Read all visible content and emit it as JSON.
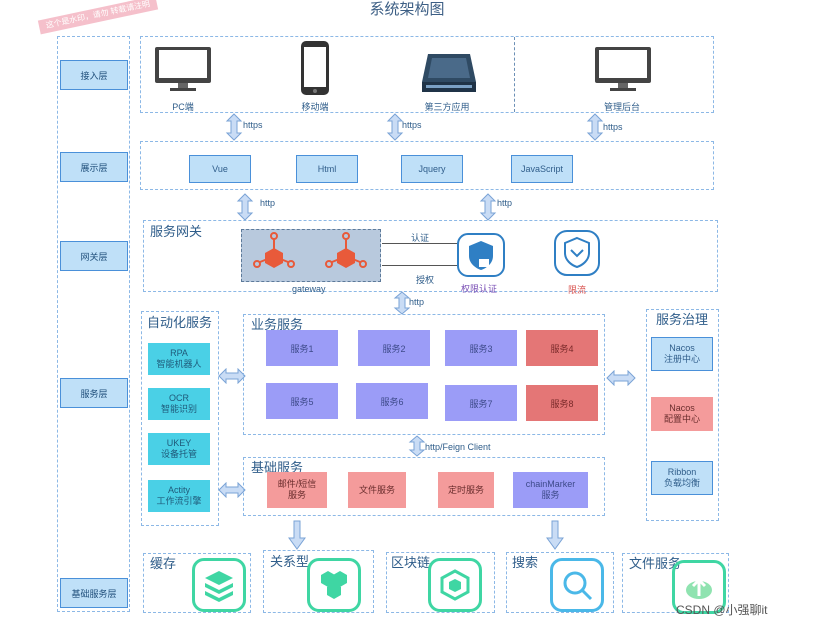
{
  "title": "系统架构图",
  "stamp": "这个是水印，请勿 转载请注明",
  "layers": [
    "接入层",
    "展示层",
    "网关层",
    "服务层",
    "基础服务层"
  ],
  "devices": [
    {
      "label": "PC端",
      "icon": "monitor-icon"
    },
    {
      "label": "移动端",
      "icon": "phone-icon"
    },
    {
      "label": "第三方应用",
      "icon": "scanner-icon"
    },
    {
      "label": "管理后台",
      "icon": "monitor-icon"
    }
  ],
  "protocols": {
    "https": "https",
    "http": "http",
    "feign": "http/Feign Client"
  },
  "frontends": [
    "Vue",
    "Html",
    "Jquery",
    "JavaScript"
  ],
  "gateway": {
    "section": "服务网关",
    "gateway_label": "gateway",
    "auth": "认证",
    "grant": "授权",
    "permission": "权限认证",
    "limit": "限流"
  },
  "automation": {
    "title": "自动化服务",
    "items": [
      {
        "name": "RPA",
        "desc": "智能机器人"
      },
      {
        "name": "OCR",
        "desc": "智能识别"
      },
      {
        "name": "UKEY",
        "desc": "设备托管"
      },
      {
        "name": "Actity",
        "desc": "工作流引擎"
      }
    ]
  },
  "business": {
    "title": "业务服务",
    "services": [
      "服务1",
      "服务2",
      "服务3",
      "服务4",
      "服务5",
      "服务6",
      "服务7",
      "服务8"
    ]
  },
  "basic": {
    "title": "基础服务",
    "services": [
      "邮件/短信\n服务",
      "文件服务",
      "定时服务",
      "chainMarker\n服务"
    ]
  },
  "governance": {
    "title": "服务治理",
    "items": [
      {
        "name": "Nacos",
        "desc": "注册中心"
      },
      {
        "name": "Nacos",
        "desc": "配置中心"
      },
      {
        "name": "Ribbon",
        "desc": "负载均衡"
      }
    ]
  },
  "infra": [
    "缓存",
    "关系型",
    "区块链",
    "搜索",
    "文件服务"
  ],
  "watermark": "CSDN @小强聊it",
  "colors": {
    "accent": "#4a90d9",
    "purple": "#9b9cf7",
    "red": "#e47676",
    "cyan": "#4ad0e6",
    "pink": "#f49b9b",
    "green": "#3fd6a3"
  }
}
